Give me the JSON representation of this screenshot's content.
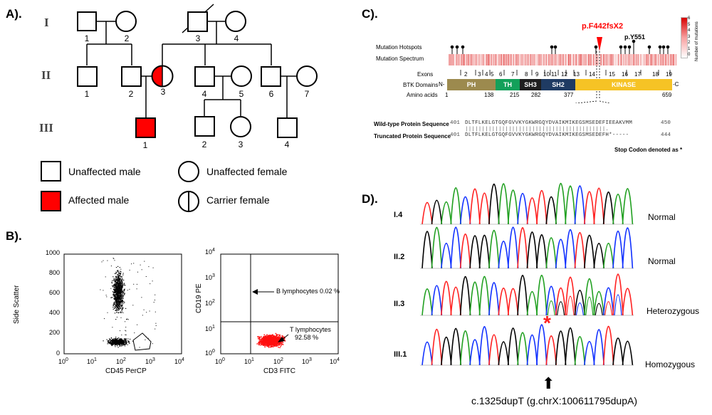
{
  "panels": {
    "a": "A).",
    "b": "B).",
    "c": "C).",
    "d": "D)."
  },
  "pedigree": {
    "generations": [
      "I",
      "II",
      "III"
    ],
    "gen1_numbers": [
      "1",
      "2",
      "3",
      "4"
    ],
    "gen2_numbers": [
      "1",
      "2",
      "3",
      "4",
      "5",
      "6",
      "7"
    ],
    "gen3_numbers": [
      "1",
      "2",
      "3",
      "4"
    ],
    "legend": {
      "unaffected_male": "Unaffected male",
      "unaffected_female": "Unaffected female",
      "affected_male": "Affected male",
      "carrier_female": "Carrier female"
    },
    "colors": {
      "affected": "#ff0000"
    }
  },
  "flow": {
    "left": {
      "ylabel": "Side Scatter",
      "xlabel": "CD45 PerCP",
      "yticks": [
        "1000",
        "800",
        "600",
        "400",
        "200",
        "0"
      ],
      "xticks_exp": [
        "0",
        "1",
        "2",
        "3",
        "4"
      ]
    },
    "right": {
      "ylabel": "CD19 PE",
      "xlabel": "CD3 FITC",
      "yticks_exp": [
        "4",
        "3",
        "2",
        "1",
        "0"
      ],
      "xticks_exp": [
        "0",
        "1",
        "2",
        "3",
        "4"
      ],
      "b_annotation": "B lymphocytes 0.02 %",
      "t_annotation_1": "T lymphocytes",
      "t_annotation_2": "92.58 %"
    },
    "tick_base": "10"
  },
  "protein": {
    "mutation_label": "p.F442fsX2",
    "y551_label": "p.Y551",
    "hotspots_label": "Mutation Hotspots",
    "spectrum_label": "Mutation Spectrum",
    "exons_label": "Exons",
    "domains_label": "BTK Domains",
    "aa_label": "Amino acids",
    "n_term": "N-",
    "c_term": "-C",
    "exons": [
      "2",
      "3",
      "4",
      "5",
      "6",
      "7",
      "8",
      "9",
      "10",
      "11",
      "12",
      "13",
      "14",
      "15",
      "16",
      "17",
      "18",
      "19"
    ],
    "domains": [
      "PH",
      "TH",
      "SH3",
      "SH2",
      "KINASE"
    ],
    "aa_numbers": [
      "1",
      "138",
      "215",
      "282",
      "377",
      "659"
    ],
    "scale_label": "Number of mutations",
    "scale_ticks": [
      "6",
      "5",
      "4",
      "3",
      "2",
      "1",
      "0"
    ],
    "wt_label": "Wild-type Protein Sequence",
    "tr_label": "Truncated Protein Sequence",
    "wt_start": "401",
    "wt_seq": "DLTFLKELGTGQFGVVKYGKWRGQYDVAIKMIKEGSMSEDEFIEEAKVMM",
    "wt_end": "450",
    "tr_start": "401",
    "tr_seq": "DLTFLKELGTGQFGVVKYGKWRGQYDVAIKMIKEGSMSEDEFH*-----",
    "tr_end": "444",
    "stop_note": "Stop Codon denoted as *",
    "colors": {
      "PH": "#9c8a4e",
      "TH": "#13a05a",
      "SH3": "#1f1f1f",
      "SH2": "#1f3b63",
      "KINASE": "#f6c325",
      "mutation": "#ff0000"
    }
  },
  "chromatograms": {
    "traces": [
      {
        "id": "I.4",
        "status": "Normal"
      },
      {
        "id": "II.2",
        "status": "Normal"
      },
      {
        "id": "II.3",
        "status": "Heterozygous"
      },
      {
        "id": "III.1",
        "status": "Homozygous"
      }
    ],
    "asterisk": "*",
    "mutation_note": "c.1325dupT (g.chrX:100611795dupA)"
  }
}
